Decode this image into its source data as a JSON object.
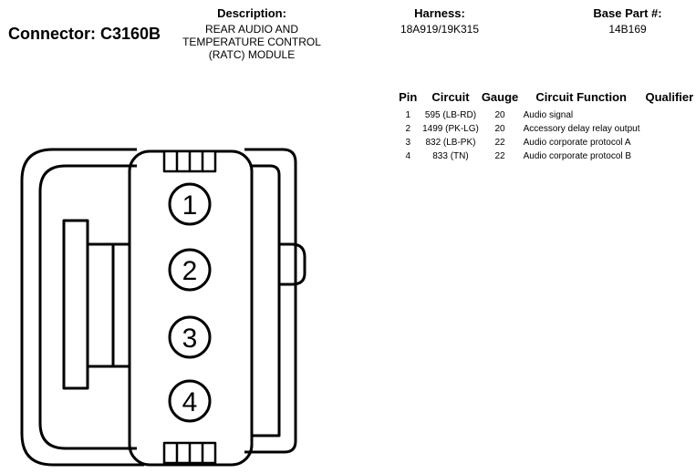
{
  "connector": {
    "label": "Connector: C3160B"
  },
  "description": {
    "header": "Description:",
    "lines": [
      "REAR AUDIO AND",
      "TEMPERATURE CONTROL",
      "(RATC) MODULE"
    ]
  },
  "harness": {
    "header": "Harness:",
    "value": "18A919/19K315"
  },
  "base_part": {
    "header": "Base Part #:",
    "value": "14B169"
  },
  "pin_table": {
    "headers": {
      "pin": "Pin",
      "circuit": "Circuit",
      "gauge": "Gauge",
      "function": "Circuit Function",
      "qualifier": "Qualifier"
    },
    "rows": [
      {
        "pin": "1",
        "circuit": "595 (LB-RD)",
        "gauge": "20",
        "function": "Audio signal",
        "qualifier": ""
      },
      {
        "pin": "2",
        "circuit": "1499 (PK-LG)",
        "gauge": "20",
        "function": "Accessory delay relay output",
        "qualifier": ""
      },
      {
        "pin": "3",
        "circuit": "832 (LB-PK)",
        "gauge": "22",
        "function": "Audio corporate protocol A",
        "qualifier": ""
      },
      {
        "pin": "4",
        "circuit": "833 (TN)",
        "gauge": "22",
        "function": "Audio corporate protocol B",
        "qualifier": ""
      }
    ]
  },
  "diagram": {
    "pin_labels": [
      "1",
      "2",
      "3",
      "4"
    ]
  }
}
